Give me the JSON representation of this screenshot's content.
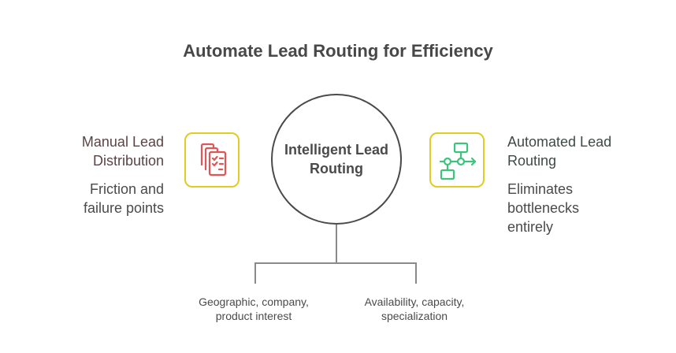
{
  "title": "Automate Lead Routing for Efficiency",
  "left": {
    "heading_line1": "Manual Lead",
    "heading_line2": "Distribution",
    "desc_line1": "Friction and",
    "desc_line2": "failure points",
    "icon": "checklist-documents-icon",
    "icon_color": "#e05555"
  },
  "center": {
    "line1": "Intelligent Lead",
    "line2": "Routing"
  },
  "right": {
    "heading_line1": "Automated Lead",
    "heading_line2": "Routing",
    "desc_line1": "Eliminates",
    "desc_line2": "bottlenecks",
    "desc_line3": "entirely",
    "icon": "workflow-flow-icon",
    "icon_color": "#3cc47c"
  },
  "branches": [
    {
      "line1": "Geographic, company,",
      "line2": "product interest"
    },
    {
      "line1": "Availability, capacity,",
      "line2": "specialization"
    }
  ],
  "colors": {
    "box_border": "#e0cc22",
    "connector": "#8a8a8a"
  }
}
